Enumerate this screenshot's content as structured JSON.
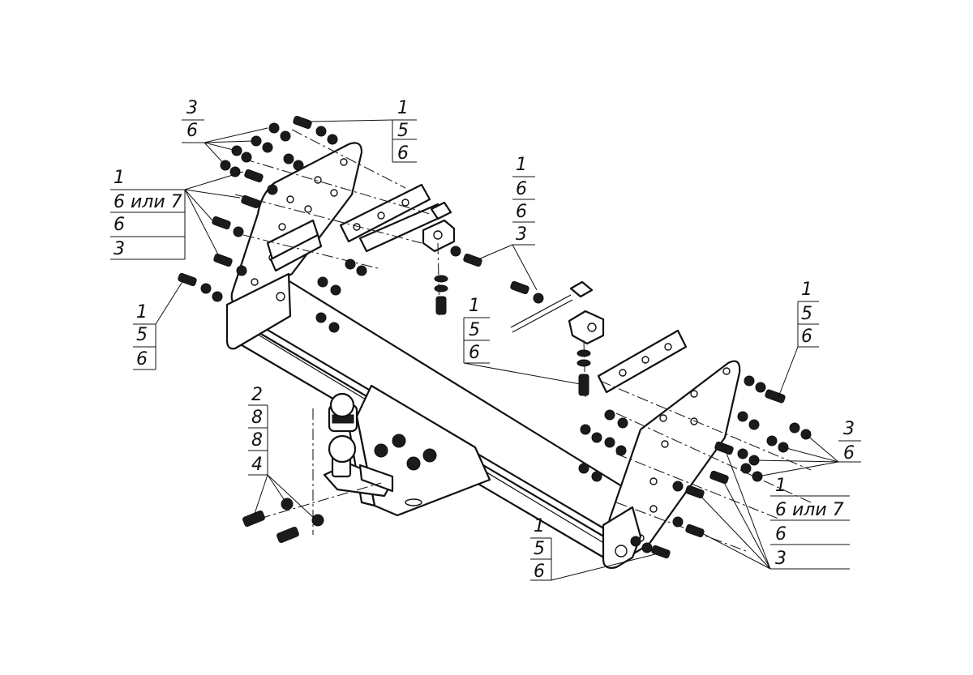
{
  "diagram": {
    "callouts": [
      {
        "id": "top-left-3-6",
        "lines": [
          "3",
          "6"
        ]
      },
      {
        "id": "top-1-5-6",
        "lines": [
          "1",
          "5",
          "6"
        ]
      },
      {
        "id": "left-1-6or7-6-3",
        "lines": [
          "1",
          "6 или 7",
          "6",
          "3"
        ]
      },
      {
        "id": "left-1-5-6",
        "lines": [
          "1",
          "5",
          "6"
        ]
      },
      {
        "id": "center-1-6-6-3",
        "lines": [
          "1",
          "6",
          "6",
          "3"
        ]
      },
      {
        "id": "center-1-5-6",
        "lines": [
          "1",
          "5",
          "6"
        ]
      },
      {
        "id": "right-1-5-6",
        "lines": [
          "1",
          "5",
          "6"
        ]
      },
      {
        "id": "right-3-6",
        "lines": [
          "3",
          "6"
        ]
      },
      {
        "id": "right-1-6or7-6-3",
        "lines": [
          "1",
          "6 или 7",
          "6",
          "3"
        ]
      },
      {
        "id": "ball-2-8-8-4",
        "lines": [
          "2",
          "8",
          "8",
          "4"
        ]
      },
      {
        "id": "bottom-1-5-6",
        "lines": [
          "1",
          "5",
          "6"
        ]
      }
    ]
  }
}
